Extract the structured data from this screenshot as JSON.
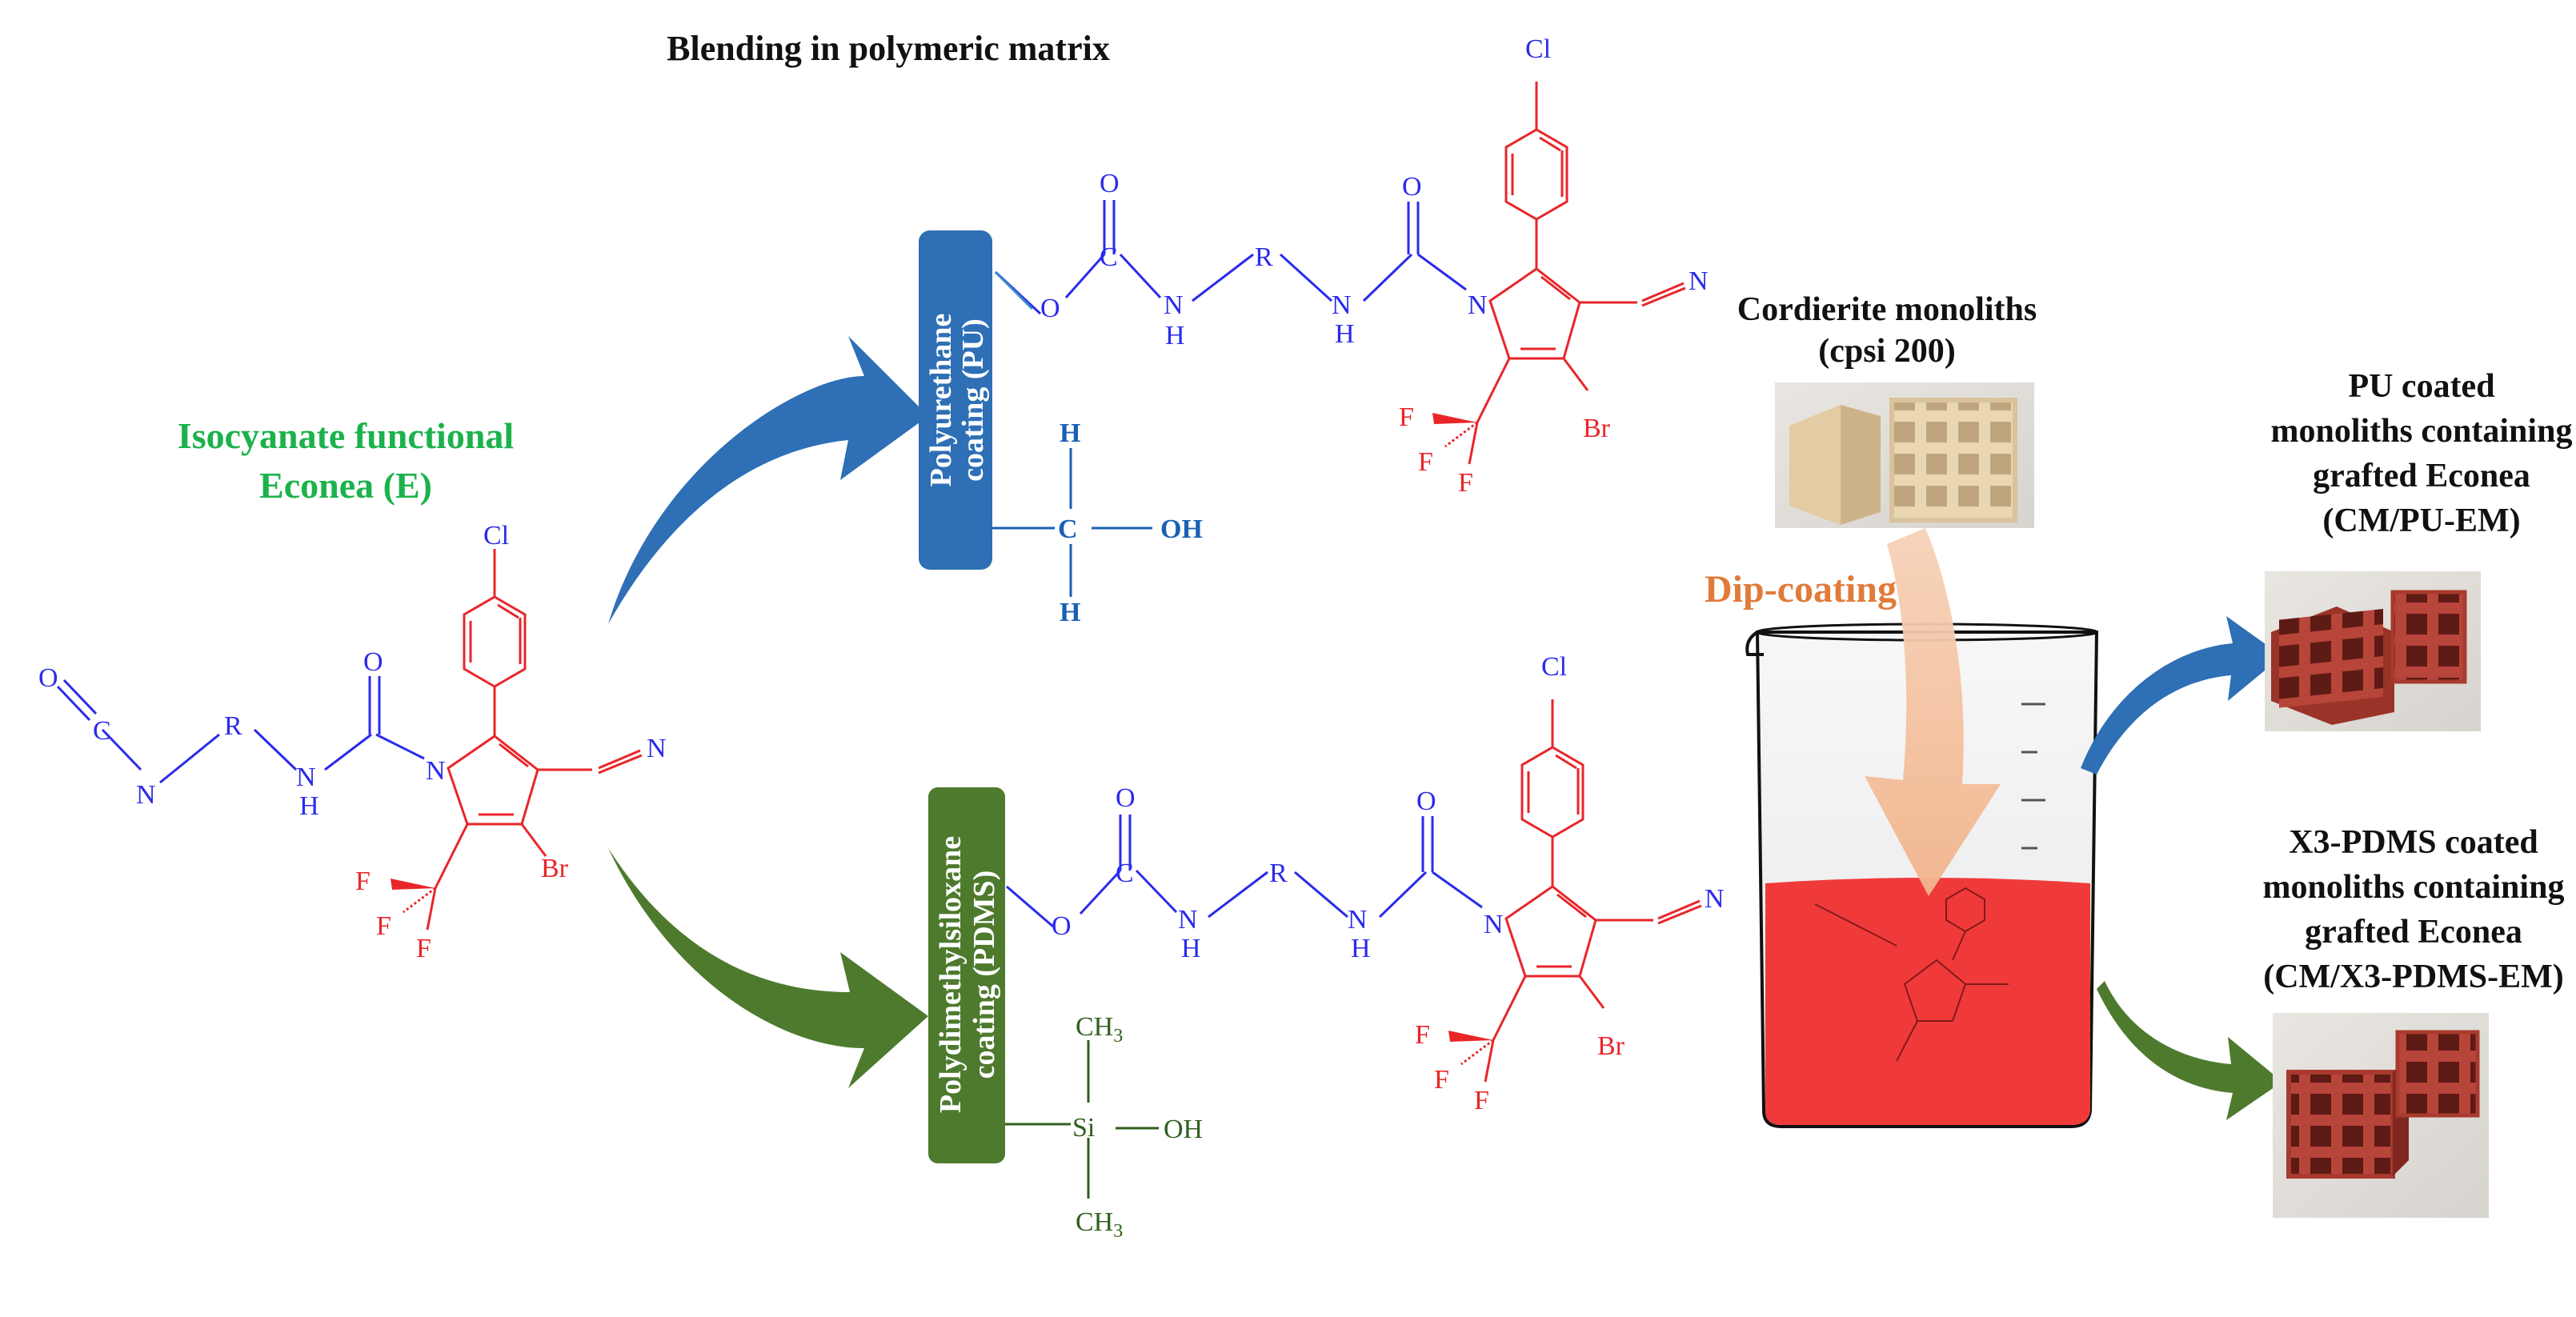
{
  "title": "Blending in polymeric matrix",
  "reagent": {
    "line1": "Isocyanate functional",
    "line2": "Econea (E)",
    "color": "#1BB24B"
  },
  "coatings": {
    "pu": {
      "label_line1": "Polyurethane",
      "label_line2": "coating (PU)",
      "color": "#2E6FB5"
    },
    "pdms": {
      "label_line1": "Polydimethylsiloxane",
      "label_line2": "coating (PDMS)",
      "color": "#4E7A2E"
    }
  },
  "atoms": {
    "cl": "Cl",
    "o": "O",
    "n": "N",
    "c": "C",
    "r": "R",
    "h": "H",
    "f": "F",
    "br": "Br",
    "cn_n": "N",
    "oh": "OH",
    "si": "Si",
    "ch3": "CH",
    "sub3": "3"
  },
  "monoliths": {
    "line1": "Cordierite monoliths",
    "line2": "(cpsi 200)"
  },
  "process": {
    "label": "Dip-coating",
    "color": "#E07B39"
  },
  "products": {
    "pu": {
      "line1": "PU coated",
      "line2": "monoliths containing",
      "line3": "grafted Econea",
      "line4": "(CM/PU-EM)"
    },
    "pdms": {
      "line1": "X3-PDMS coated",
      "line2": "monoliths containing",
      "line3": "grafted Econea",
      "line4": "(CM/X3-PDMS-EM)"
    }
  },
  "colors": {
    "blue_chain": "#2B2BEB",
    "red_ring": "#E8262A",
    "arrow_blue": "#2E6FB5",
    "arrow_green": "#4E7A2E",
    "liquid": "#F03A3A",
    "monolith_red": "#A83A2E",
    "monolith_raw": "#E4CFA8"
  }
}
